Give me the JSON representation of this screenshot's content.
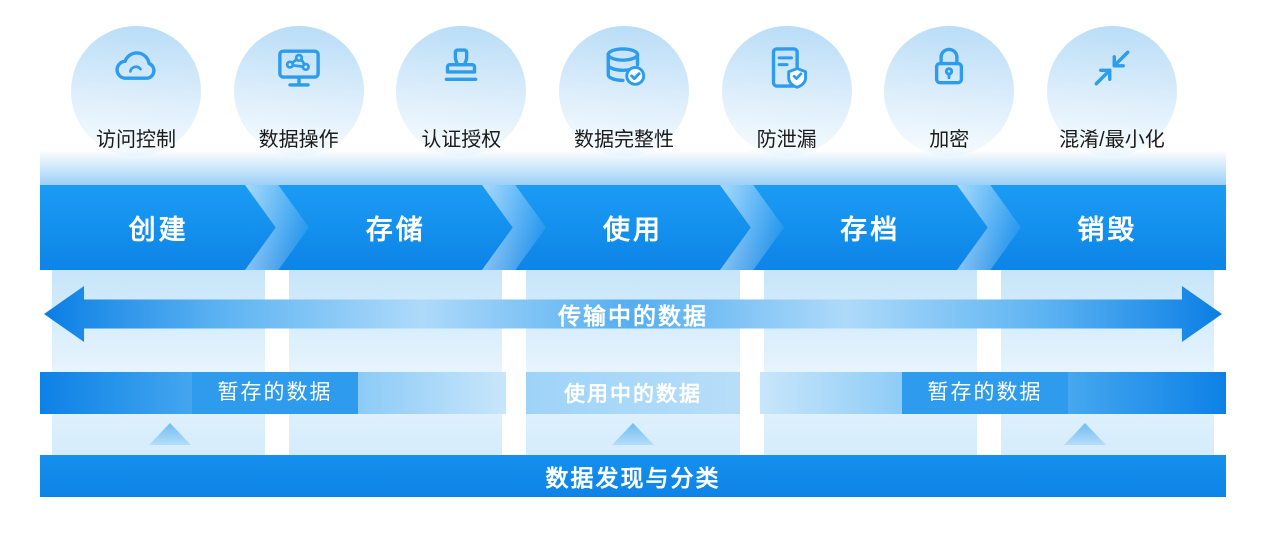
{
  "security_capabilities": [
    {
      "label": "访问控制",
      "icon": "cloud-icon"
    },
    {
      "label": "数据操作",
      "icon": "monitor-network-icon"
    },
    {
      "label": "认证授权",
      "icon": "stamp-icon"
    },
    {
      "label": "数据完整性",
      "icon": "database-check-icon"
    },
    {
      "label": "防泄漏",
      "icon": "document-shield-icon"
    },
    {
      "label": "加密",
      "icon": "lock-icon"
    },
    {
      "label": "混淆/最小化",
      "icon": "minimize-arrows-icon"
    }
  ],
  "lifecycle_stages": [
    "创建",
    "存储",
    "使用",
    "存档",
    "销毁"
  ],
  "data_states": {
    "in_transit": "传输中的数据",
    "staged_left": "暂存的数据",
    "in_use": "使用中的数据",
    "staged_right": "暂存的数据"
  },
  "bottom_bar": {
    "label": "数据发现与分类"
  },
  "colors": {
    "primary_blue": "#0D84E7",
    "accent_blue": "#2E9BED",
    "light_blue": "#D7EDFC",
    "icon_blue": "#2D9CEC"
  }
}
